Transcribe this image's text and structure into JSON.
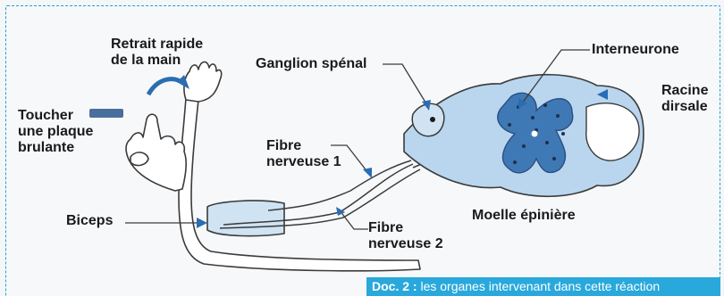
{
  "labels": {
    "retrait_line1": "Retrait rapide",
    "retrait_line2": "de la main",
    "toucher_line1": "Toucher",
    "toucher_line2": "une plaque",
    "toucher_line3": "brulante",
    "biceps": "Biceps",
    "ganglion": "Ganglion spénal",
    "fibre1_line1": "Fibre",
    "fibre1_line2": "nerveuse 1",
    "fibre2_line1": "Fibre",
    "fibre2_line2": "nerveuse 2",
    "interneurone": "Interneurone",
    "racine_line1": "Racine",
    "racine_line2": "dirsale",
    "moelle": "Moelle épinière"
  },
  "caption": {
    "prefix": "Doc. 2 :",
    "text": " les organes intervenant dans cette réaction"
  },
  "colors": {
    "frame": "#1f9fd6",
    "spinal_white": "#b9d6ee",
    "spinal_grey": "#3f79b5",
    "arrow": "#2a6db3",
    "caption_bg": "#29a8dc"
  }
}
